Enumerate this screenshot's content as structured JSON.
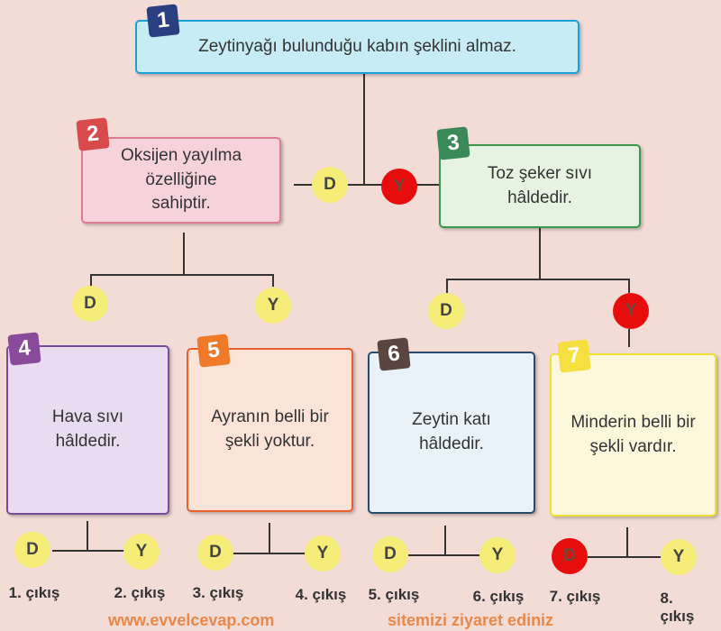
{
  "nodes": [
    {
      "num": "1",
      "text": "Zeytinyağı bulunduğu kabın şeklini almaz."
    },
    {
      "num": "2",
      "text": "Oksijen yayılma özelliğine sahiptir."
    },
    {
      "num": "3",
      "text": "Toz şeker sıvı hâldedir."
    },
    {
      "num": "4",
      "text": "Hava sıvı hâldedir."
    },
    {
      "num": "5",
      "text": "Ayranın belli bir şekli yoktur."
    },
    {
      "num": "6",
      "text": "Zeytin katı hâldedir."
    },
    {
      "num": "7",
      "text": "Minderin belli bir şekli vardır."
    }
  ],
  "answers": {
    "true": "D",
    "false": "Y"
  },
  "exits": [
    "1. çıkış",
    "2. çıkış",
    "3. çıkış",
    "4. çıkış",
    "5. çıkış",
    "6. çıkış",
    "7. çıkış",
    "8. çıkış"
  ],
  "watermark": {
    "url": "www.evvelcevap.com",
    "slogan": "sitemizi ziyaret ediniz"
  },
  "colors": {
    "selected": "#e80d0d",
    "option": "#f6ec78"
  }
}
